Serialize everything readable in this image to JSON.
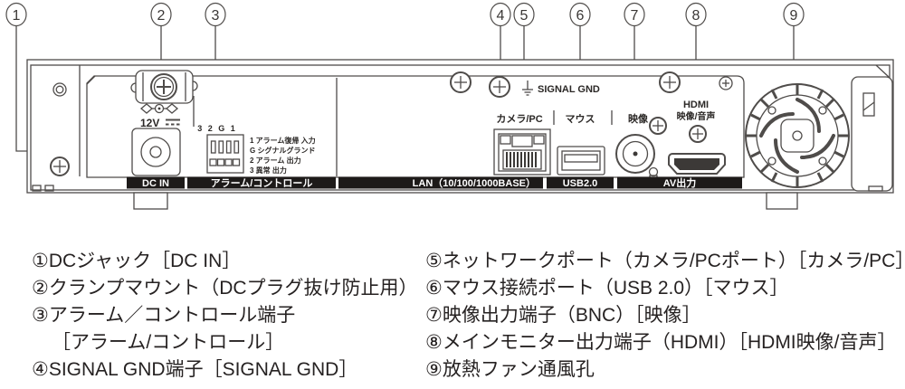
{
  "callouts": [
    "1",
    "2",
    "3",
    "4",
    "5",
    "6",
    "7",
    "8",
    "9"
  ],
  "panel": {
    "voltage": "12V",
    "terminal": {
      "pins": "3 2 G 1",
      "rows": [
        "1  アラーム復帰 入力",
        "G  シグナルグランド",
        "2  アラーム 出力",
        "3  異常 出力"
      ]
    },
    "signal_gnd": "SIGNAL GND",
    "ports": {
      "camera_pc": "カメラ/PC",
      "mouse": "マウス",
      "video": "映像",
      "hdmi1": "HDMI",
      "hdmi2": "映像/音声"
    },
    "bar": {
      "dc_in": "DC IN",
      "alarm": "アラーム/コントロール",
      "lan": "LAN（10/100/1000BASE）",
      "usb": "USB2.0",
      "av": "AV出力"
    }
  },
  "legend": {
    "left": [
      "①DCジャック［DC IN］",
      "②クランプマウント（DCプラグ抜け防止用）",
      "③アラーム／コントロール端子",
      "［アラーム/コントロール］",
      "④SIGNAL GND端子［SIGNAL GND］"
    ],
    "right": [
      "⑤ネットワークポート（カメラ/PCポート）［カメラ/PC］",
      "⑥マウス接続ポート（USB 2.0）［マウス］",
      "⑦映像出力端子（BNC）［映像］",
      "⑧メインモニター出力端子（HDMI）［HDMI映像/音声］",
      "⑨放熱ファン通風孔"
    ]
  },
  "colors": {
    "line": "#4f4c4a",
    "bar_bg": "#1d1a19",
    "bar_text": "#ffffff",
    "legend_text": "#262222"
  }
}
